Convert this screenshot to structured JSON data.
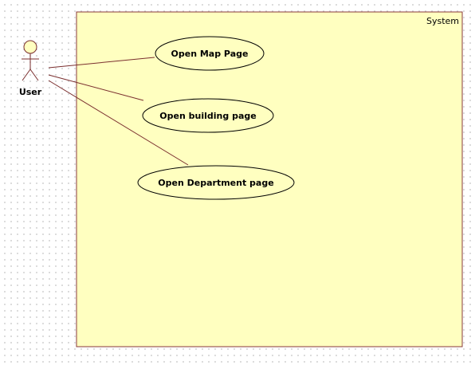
{
  "system": {
    "label": "System",
    "fill": "#ffffc0",
    "stroke": "#8a3a3a"
  },
  "actor": {
    "label": "User"
  },
  "use_cases": [
    {
      "id": "uc-map",
      "label": "Open Map Page"
    },
    {
      "id": "uc-building",
      "label": "Open building page"
    },
    {
      "id": "uc-department",
      "label": "Open Department page"
    }
  ],
  "associations": [
    {
      "from": "actor",
      "to": "uc-map"
    },
    {
      "from": "actor",
      "to": "uc-building"
    },
    {
      "from": "actor",
      "to": "uc-department"
    }
  ],
  "colors": {
    "line": "#7a2e2e",
    "use_case_fill": "#ffffc0",
    "actor_fill": "#ffffc0",
    "text": "#000000"
  }
}
